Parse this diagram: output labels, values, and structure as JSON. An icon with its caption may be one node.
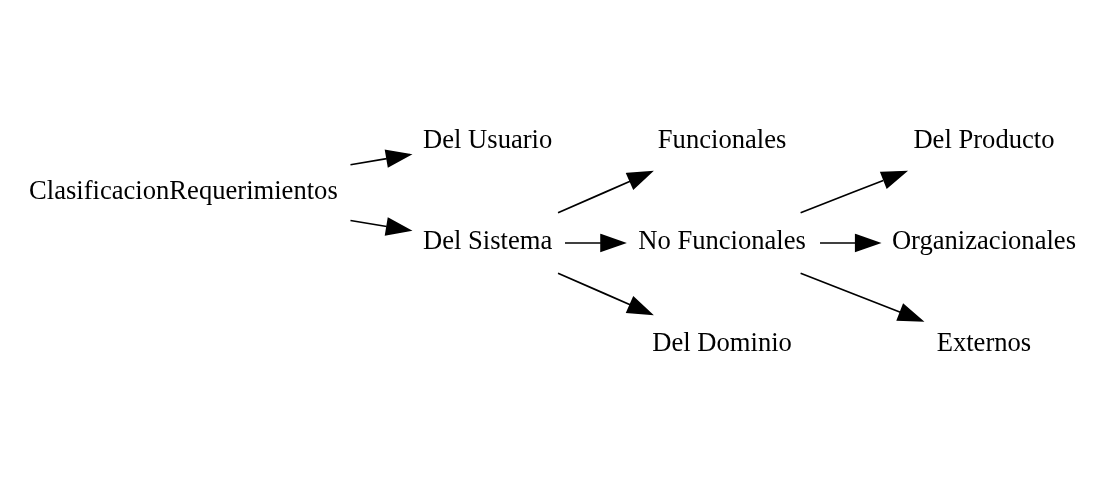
{
  "diagram": {
    "nodes": [
      {
        "text": [
          "ClasificacionRequerimientos"
        ]
      },
      {
        "text": [
          "Del Usuario"
        ]
      },
      {
        "text": [
          "Del Sistema"
        ]
      },
      {
        "text": [
          "Funcionales"
        ]
      },
      {
        "text": [
          "No Funcionales"
        ]
      },
      {
        "text": [
          "Del Dominio"
        ]
      },
      {
        "text": [
          "Del Producto"
        ]
      },
      {
        "text": [
          "Organizacionales"
        ]
      },
      {
        "text": [
          "Externos"
        ]
      }
    ],
    "edges": [
      {
        "from": 0,
        "to": 1,
        "arrow": "to"
      },
      {
        "from": 0,
        "to": 2,
        "arrow": "to"
      },
      {
        "from": 2,
        "to": 3,
        "arrow": "to"
      },
      {
        "from": 2,
        "to": 4,
        "arrow": "to"
      },
      {
        "from": 2,
        "to": 5,
        "arrow": "to"
      },
      {
        "from": 4,
        "to": 6,
        "arrow": "to"
      },
      {
        "from": 4,
        "to": 7,
        "arrow": "to"
      },
      {
        "from": 4,
        "to": 8,
        "arrow": "to"
      }
    ]
  }
}
